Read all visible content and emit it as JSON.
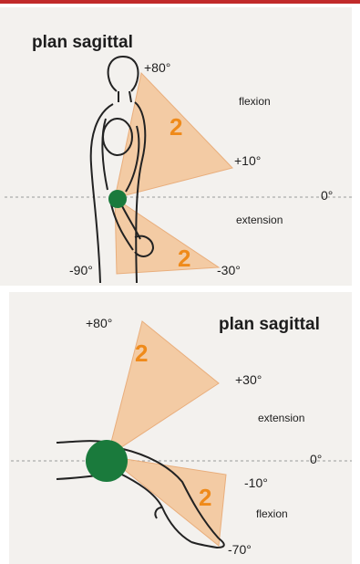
{
  "top_panel": {
    "title": "plan sagittal",
    "label_plus80": "+80°",
    "label_flexion": "flexion",
    "label_plus10": "+10°",
    "label_zero": "0°",
    "label_extension": "extension",
    "label_minus90": "-90°",
    "label_minus30": "-30°",
    "badge_upper": "2",
    "badge_lower": "2"
  },
  "bottom_panel": {
    "title": "plan sagittal",
    "label_plus80": "+80°",
    "label_plus30": "+30°",
    "label_extension": "extension",
    "label_zero": "0°",
    "label_minus10": "-10°",
    "label_flexion": "flexion",
    "label_minus70": "-70°",
    "badge_upper": "2",
    "badge_lower": "2"
  },
  "colors": {
    "wedge_fill": "#f3c79c",
    "wedge_stroke": "#e8a770",
    "joint": "#1a7a3c",
    "accent_number": "#ef8a1a",
    "header_line": "#c12a2a"
  }
}
